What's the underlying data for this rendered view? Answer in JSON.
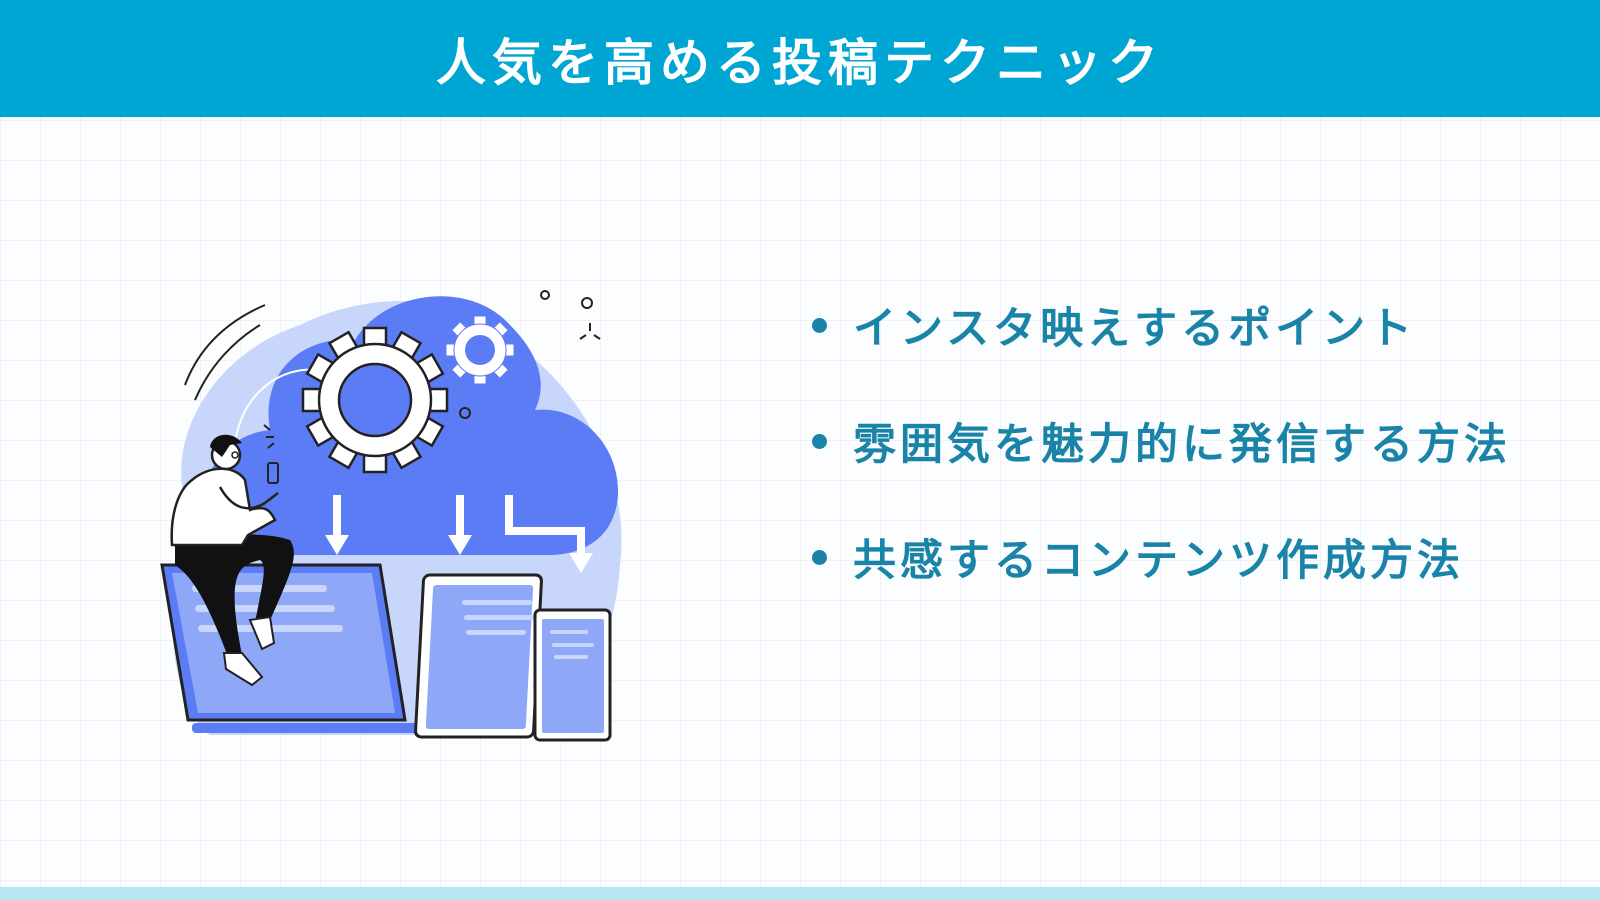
{
  "header": {
    "title": "人気を高める投稿テクニック"
  },
  "bullets": [
    {
      "text": "インスタ映えするポイント"
    },
    {
      "text": "雰囲気を魅力的に発信する方法"
    },
    {
      "text": "共感するコンテンツ作成方法"
    }
  ],
  "colors": {
    "header_bg": "#00a6d3",
    "bullet_text": "#1a84a8",
    "cloud": "#5b7cf4",
    "cloud_light": "#c9d6fb",
    "screen": "#8ea8f7",
    "footer_bar": "#b5e6f2"
  },
  "illustration": {
    "icons": [
      "cloud-icon",
      "gear-icon",
      "laptop-icon",
      "tablet-icon",
      "phone-icon",
      "person-icon"
    ]
  }
}
